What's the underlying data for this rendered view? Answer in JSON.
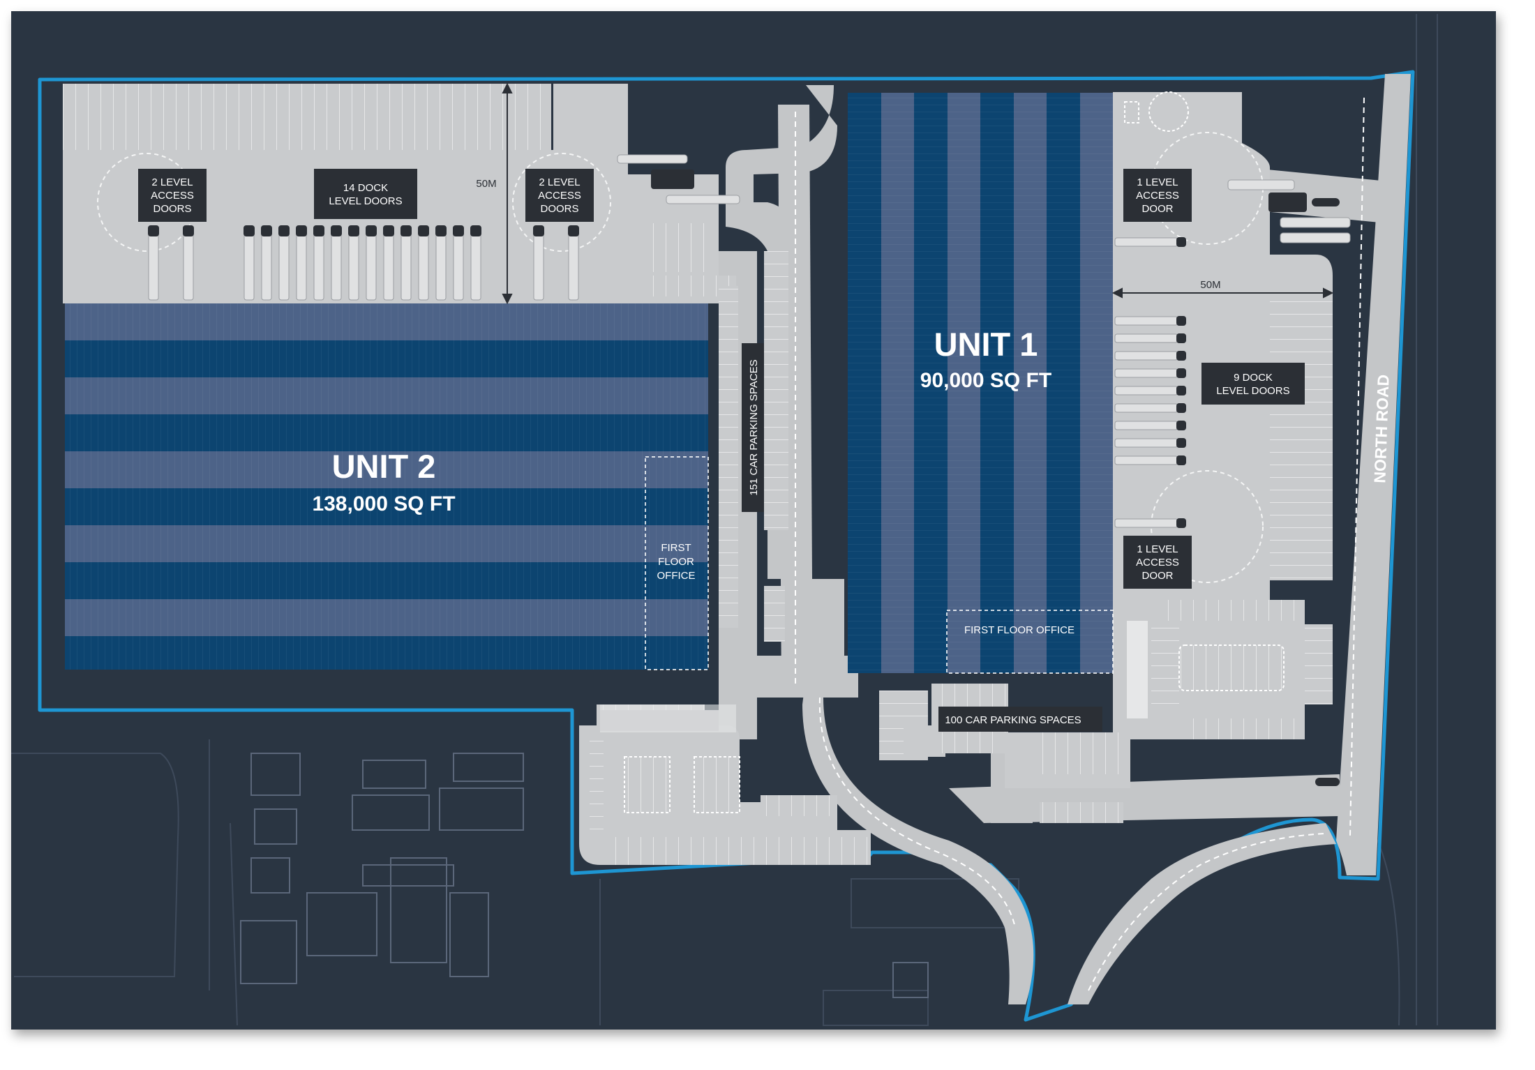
{
  "colors": {
    "background": "#2a3442",
    "site_boundary": "#1e96d3",
    "yard": "#c9cbcd",
    "road": "#c4c6c8",
    "roof_light": "#4d6388",
    "roof_dark": "#0c4470",
    "label_box": "#2b2f35",
    "label_text": "#ffffff"
  },
  "unit1": {
    "name": "UNIT 1",
    "area": "90,000 SQ FT"
  },
  "unit2": {
    "name": "UNIT 2",
    "area": "138,000 SQ FT"
  },
  "labels": {
    "u2_left_doors": [
      "2 LEVEL",
      "ACCESS",
      "DOORS"
    ],
    "u2_dock_doors": [
      "14 DOCK",
      "LEVEL DOORS"
    ],
    "u2_right_doors": [
      "2 LEVEL",
      "ACCESS",
      "DOORS"
    ],
    "u2_yard_depth": "50M",
    "u1_top_door": [
      "1 LEVEL",
      "ACCESS",
      "DOOR"
    ],
    "u1_yard_depth": "50M",
    "u1_dock_doors": [
      "9 DOCK",
      "LEVEL DOORS"
    ],
    "u1_bottom_door": [
      "1 LEVEL",
      "ACCESS",
      "DOOR"
    ],
    "u2_office": [
      "FIRST",
      "FLOOR",
      "OFFICE"
    ],
    "u1_office": "FIRST FLOOR OFFICE",
    "parking_151": "151 CAR PARKING SPACES",
    "parking_100": "100 CAR PARKING SPACES",
    "road_name": "NORTH ROAD"
  }
}
